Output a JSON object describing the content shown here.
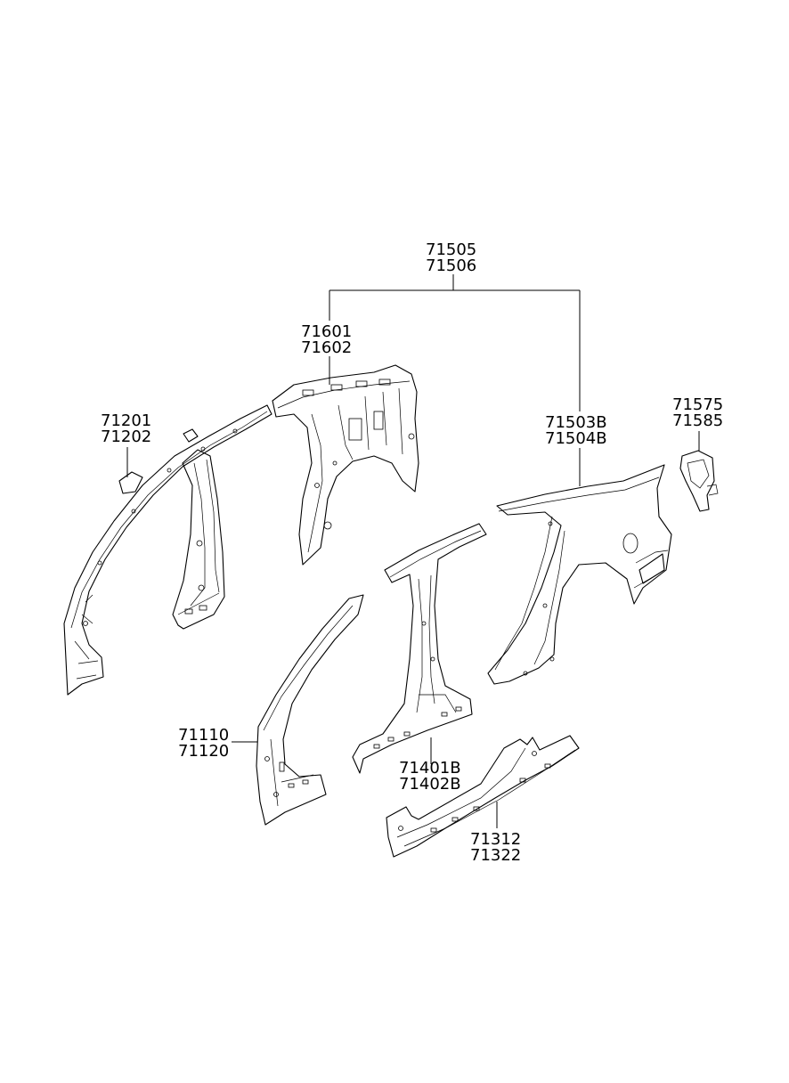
{
  "labels": [
    {
      "id": "quarter-panel-assy",
      "codes": [
        "71505",
        "71506"
      ]
    },
    {
      "id": "wheel-house-inner",
      "codes": [
        "71601",
        "71602"
      ]
    },
    {
      "id": "roof-rail-inner",
      "codes": [
        "71201",
        "71202"
      ]
    },
    {
      "id": "quarter-panel-outer",
      "codes": [
        "71503B",
        "71504B"
      ]
    },
    {
      "id": "fuel-filler-housing",
      "codes": [
        "71575",
        "71585"
      ]
    },
    {
      "id": "front-pillar-outer",
      "codes": [
        "71110",
        "71120"
      ]
    },
    {
      "id": "center-pillar-outer",
      "codes": [
        "71401B",
        "71402B"
      ]
    },
    {
      "id": "side-sill-outer",
      "codes": [
        "71312",
        "71322"
      ]
    }
  ]
}
